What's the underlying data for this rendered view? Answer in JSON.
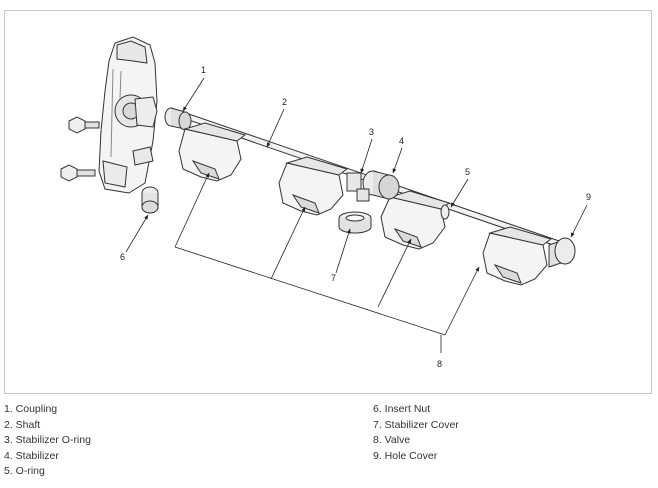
{
  "callouts": {
    "c1": "1",
    "c2": "2",
    "c3": "3",
    "c4": "4",
    "c5": "5",
    "c6": "6",
    "c7": "7",
    "c8": "8",
    "c9": "9"
  },
  "legend": {
    "left": [
      "1. Coupling",
      "2. Shaft",
      "3. Stabilizer O-ring",
      "4. Stabilizer",
      "5. O-ring"
    ],
    "right": [
      "6. Insert Nut",
      "7. Stabilizer Cover",
      "8. Valve",
      "9. Hole Cover"
    ]
  }
}
